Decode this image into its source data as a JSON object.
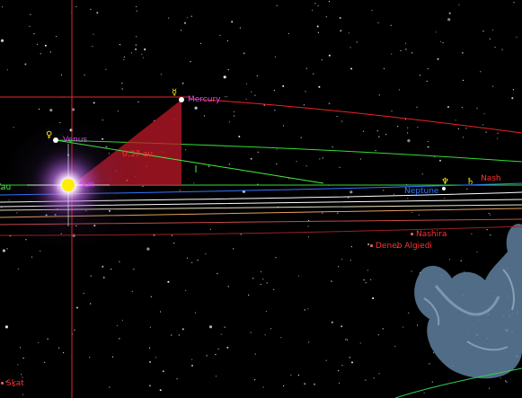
{
  "colors": {
    "planet_label": "#dd44ff",
    "star_label": "#ff3333",
    "orbit_mercury": "#ee2222",
    "orbit_venus": "#33dd33",
    "orbit_neptune": "#3377ff",
    "orbit_uranus": "#ffffff",
    "distance_line": "#44ee44",
    "triangle_fill": "#c0182a",
    "constellation_art": "#8fb3d6",
    "grid_line": "#e8282b"
  },
  "bodies": {
    "sun": {
      "label": "Sun",
      "icon": "sun-glare-icon"
    },
    "mercury": {
      "label": "Mercury",
      "symbol": "☿",
      "icon": "mercury-symbol-icon"
    },
    "venus": {
      "label": "Venus",
      "symbol": "♀",
      "icon": "venus-symbol-icon"
    },
    "neptune": {
      "label": "Neptune",
      "symbol": "♆",
      "icon": "neptune-symbol-icon"
    },
    "saturn": {
      "symbol": "♄",
      "icon": "saturn-symbol-icon"
    }
  },
  "measurements": {
    "distance_triangle": "0.37 au",
    "distance_left": "au"
  },
  "stars": [
    {
      "name": "Nashira"
    },
    {
      "name": "Deneb Algiedi"
    },
    {
      "name": "Nashira"
    },
    {
      "name": "Skat"
    },
    {
      "name": "Nash"
    }
  ],
  "constellation": {
    "icon": "capricornus-artwork-icon"
  }
}
